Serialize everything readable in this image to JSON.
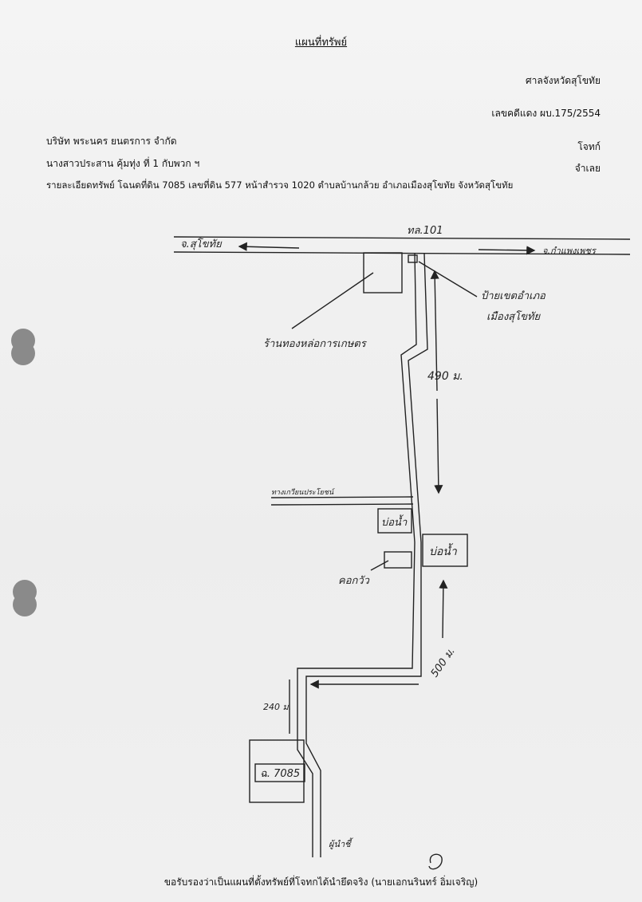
{
  "doc": {
    "title": "แผนที่ทรัพย์",
    "court": "ศาลจังหวัดสุโขทัย",
    "case_no": "เลขคดีแดง ผบ.175/2554",
    "plaintiff": "บริษัท พระนคร ยนตรการ จำกัด",
    "plaintiff_role": "โจทก์",
    "defendant": "นางสาวประสาน คุ้มทุ่ง ที่ 1 กับพวก ฯ",
    "defendant_role": "จำเลย",
    "property_details": "รายละเอียดทรัพย์    โฉนดที่ดิน 7085 เลขที่ดิน 577 หน้าสำรวจ 1020 ตำบลบ้านกล้วย อำเภอเมืองสุโขทัย จังหวัดสุโขทัย",
    "certify": "ขอรับรองว่าเป็นแผนที่ตั้งทรัพย์ที่โจทกได้นำยึดจริง  (นายเอกนรินทร์ อิ่มเจริญ)"
  },
  "map": {
    "highway": "ทล.101",
    "to_sukhothai": "จ.สุโขทัย",
    "to_kamphaeng": "จ.กำแพงเพชร",
    "ag_bank": "ร้านทองหล่อการเกษตร",
    "district_sign_line1": "ป้ายเขตอำเภอ",
    "district_sign_line2": "เมืองสุโขทัย",
    "dist_490": "490 ม.",
    "canal": "ทางเกวียนประโยชน์",
    "well1": "บ่อน้ำ",
    "well2": "บ่อน้ำ",
    "cowshed": "คอกวัว",
    "dist_500": "500 ม.",
    "dist_240": "240 ม.",
    "deed": "ฉ. 7085",
    "signature": "ผู้นำชี้"
  }
}
